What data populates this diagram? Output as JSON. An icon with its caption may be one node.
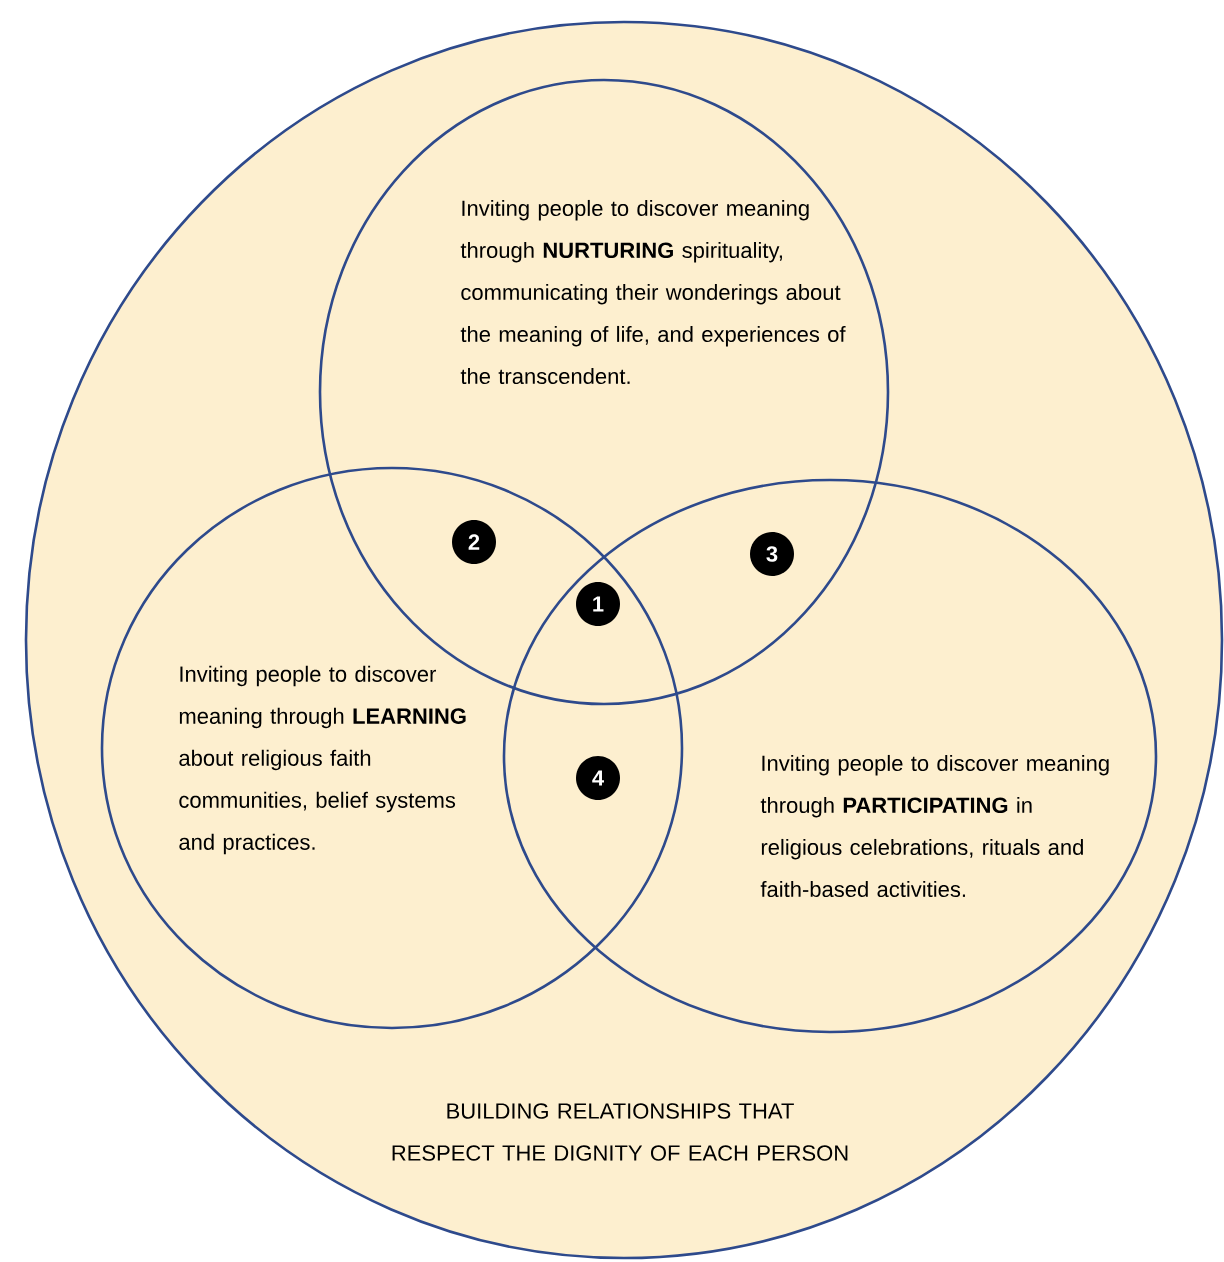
{
  "diagram": {
    "nodes": [
      {
        "text": [
          "BUILDING RELATIONSHIPS THAT RESPECT THE DIGNITY OF EACH PERSON"
        ]
      },
      {
        "text": [
          "Inviting people to discover meaning through **NURTURING** spirituality, communicating their wonderings about the meaning of life, and experiences of the transcendent."
        ],
        "in": 0
      },
      {
        "text": [
          "Inviting people to discover meaning through **LEARNING** about religious faith communities, belief systems and practices."
        ],
        "in": 0
      },
      {
        "text": [
          "Inviting people to discover meaning through **PARTICIPATING** in religious celebrations, rituals and faith-based activities."
        ],
        "in": 0
      },
      {
        "text": [
          "2"
        ]
      },
      {
        "text": [
          "3"
        ]
      },
      {
        "text": [
          "1"
        ]
      },
      {
        "text": [
          "4"
        ]
      }
    ]
  }
}
